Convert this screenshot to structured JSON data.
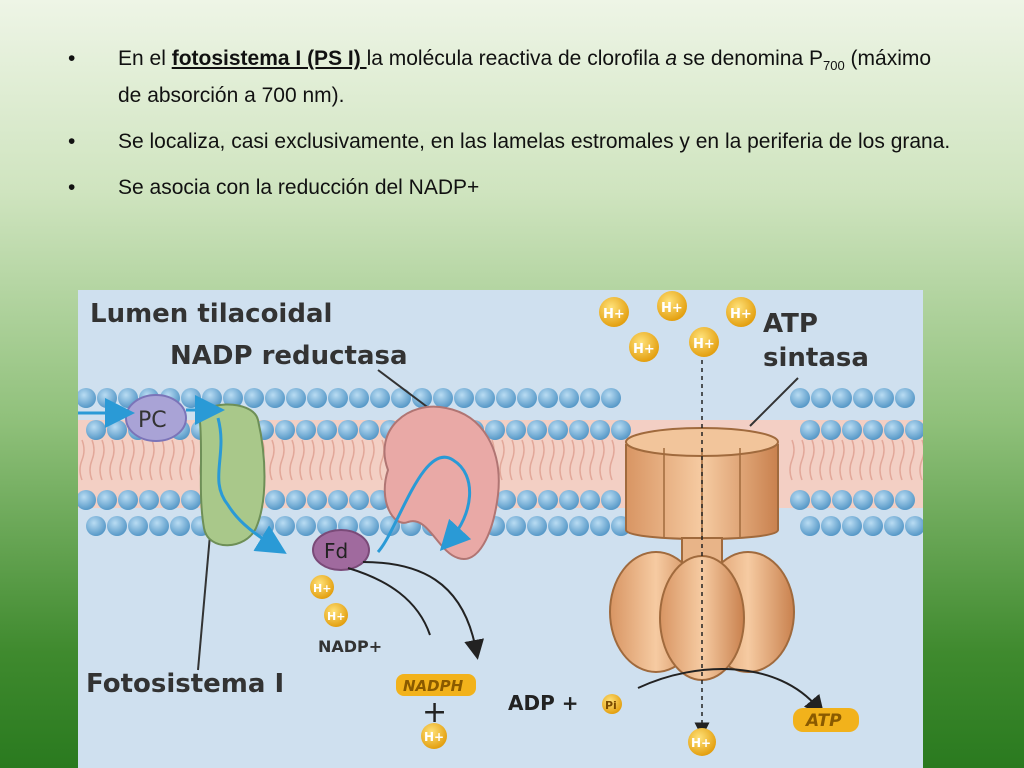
{
  "bullets": [
    {
      "pre": "En el ",
      "bold": "fotosistema I (PS I) ",
      "mid": "la molécula reactiva de clorofila ",
      "italic": "a",
      "mid2": " se denomina P",
      "sub": "700",
      "post": " (máximo de absorción a 700 nm)."
    },
    {
      "text": "Se localiza, casi exclusivamente, en las lamelas estromales y en la periferia de los grana."
    },
    {
      "text": "Se asocia con la reducción del NADP+"
    }
  ],
  "bullet_symbol": "•",
  "diagram": {
    "label_lumen": "Lumen tilacoidal",
    "label_nadp_reductasa": "NADP reductasa",
    "label_atp_sintasa_1": "ATP",
    "label_atp_sintasa_2": "sintasa",
    "label_pc": "PC",
    "label_fd": "Fd",
    "label_fotosistema": "Fotosistema I",
    "label_hplus": "H+",
    "label_nadp_plus": "NADP+",
    "label_nadph": "NADPH",
    "label_plus": "+",
    "label_adp_plus": "ADP +",
    "label_pi": "Pi",
    "label_atp": "ATP",
    "colors": {
      "background": "#cfe0ef",
      "lipid_head": "#7fb6dd",
      "membrane_core": "#f3cfc4",
      "psi": "#a9c88a",
      "nadp_reductase": "#e9a9a6",
      "atp_synthase": "#e8b488",
      "proton": "#f2b21b",
      "pc": "#a9a3d6",
      "fd": "#a06a9e",
      "arrow": "#2a9ad6"
    }
  }
}
